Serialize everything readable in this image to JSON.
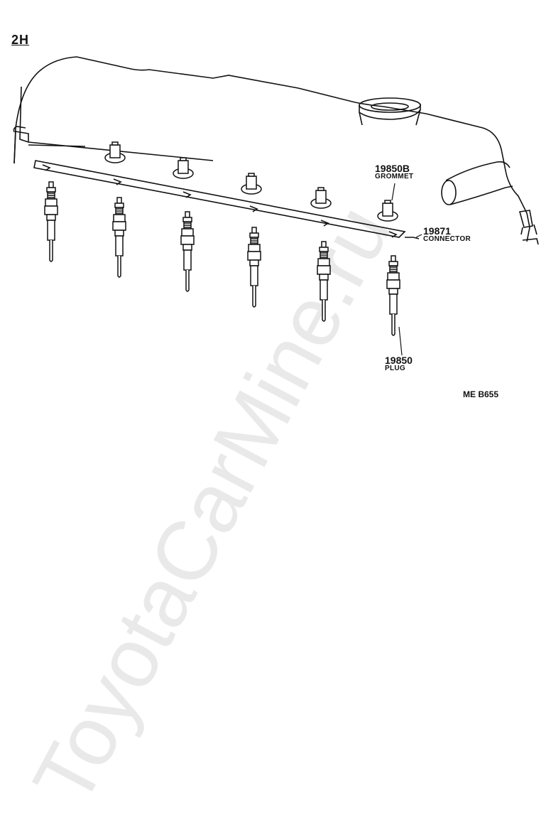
{
  "engine_label": "2H",
  "drawing_code": "ME B655",
  "watermark": "ToyotaCarMine.ru",
  "parts": {
    "grommet": {
      "number": "19850B",
      "name": "GROMMET"
    },
    "connector": {
      "number": "19871",
      "name": "CONNECTOR"
    },
    "plug": {
      "number": "19850",
      "name": "PLUG"
    }
  },
  "line_color": "#111111"
}
